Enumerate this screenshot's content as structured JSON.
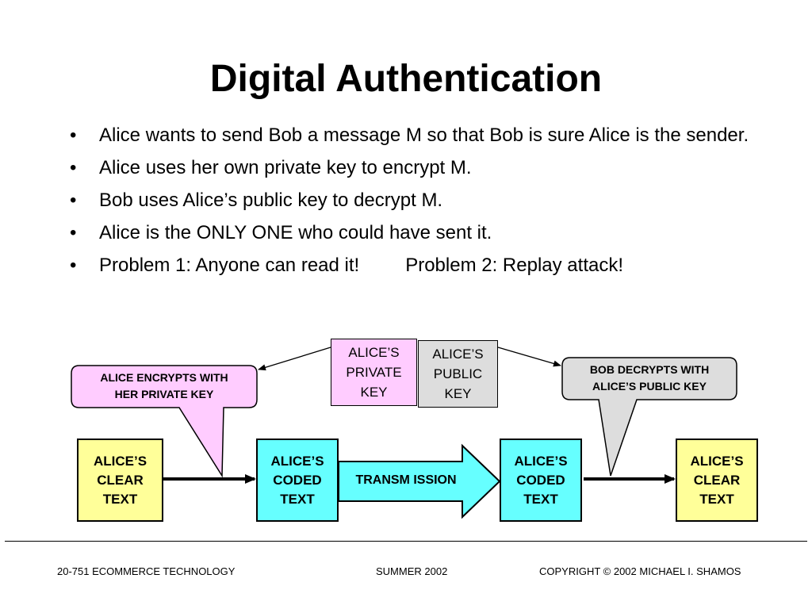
{
  "slide": {
    "title": "Digital Authentication",
    "bullets": [
      "Alice wants to send Bob a message M so that Bob is sure Alice is the sender.",
      "Alice uses her own private key to encrypt M.",
      "Bob uses Alice’s public key to decrypt M.",
      "Alice is the ONLY ONE who could have sent it."
    ],
    "bullet_last_part1": "Problem 1: Anyone can read it!",
    "bullet_last_part2": "Problem 2: Replay attack!",
    "bullet_marker": "•"
  },
  "diagram": {
    "private_key": "ALICE’S\nPRIVATE\nKEY",
    "public_key": "ALICE’S\nPUBLIC\nKEY",
    "callout_left": "ALICE ENCRYPTS WITH\nHER PRIVATE KEY",
    "callout_right": "BOB DECRYPTS WITH\nALICE’S PUBLIC KEY",
    "clear_text_left": "ALICE’S\nCLEAR\nTEXT",
    "coded_text_left": "ALICE’S\nCODED\nTEXT",
    "transmission": "TRANSM ISSION",
    "coded_text_right": "ALICE’S\nCODED\nTEXT",
    "clear_text_right": "ALICE’S\nCLEAR\nTEXT",
    "colors": {
      "pink": "#ffccff",
      "gray": "#dddddd",
      "yellow": "#ffff99",
      "cyan": "#66ffff"
    }
  },
  "footer": {
    "left": "20-751 ECOMMERCE TECHNOLOGY",
    "center": "SUMMER 2002",
    "right": "COPYRIGHT © 2002 MICHAEL I. SHAMOS"
  }
}
